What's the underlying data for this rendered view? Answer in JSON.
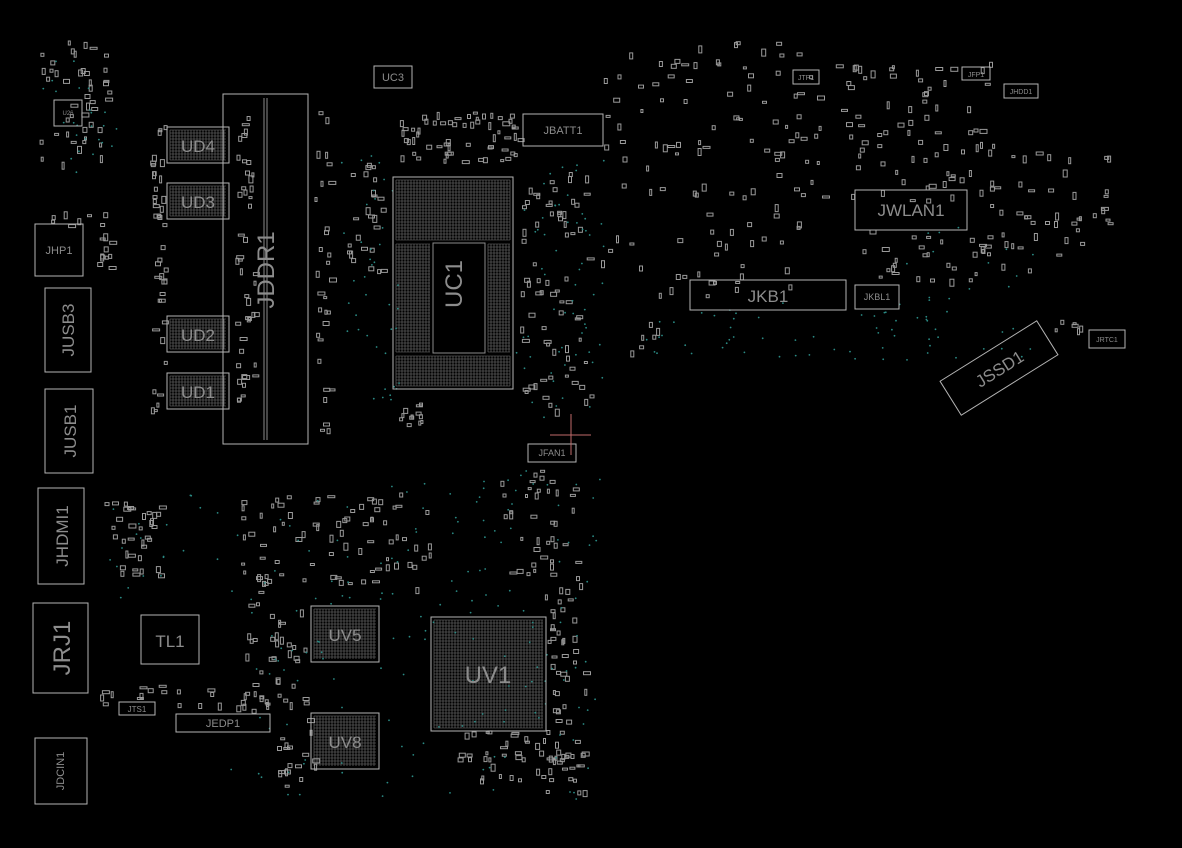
{
  "labels": {
    "jddr1": "JDDR1",
    "ud4": "UD4",
    "ud3": "UD3",
    "ud2": "UD2",
    "ud1": "UD1",
    "uc1": "UC1",
    "uc3": "UC3",
    "jbatt1": "JBATT1",
    "jfan1": "JFAN1",
    "jwlan1": "JWLAN1",
    "jkb1": "JKB1",
    "jkbl1": "JKBL1",
    "jssd1": "JSSD1",
    "jrtc1": "JRTC1",
    "jtp1": "JTP1",
    "jfp1": "JFP1",
    "jhdd1": "JHDD1",
    "jhp1": "JHP1",
    "jusb3": "JUSB3",
    "jusb1": "JUSB1",
    "jhdmi1": "JHDMI1",
    "jrj1": "JRJ1",
    "jdcin1": "JDCIN1",
    "tl1": "TL1",
    "uv5": "UV5",
    "uv8": "UV8",
    "uv1": "UV1",
    "jedp1": "JEDP1",
    "jts1": "JTS1",
    "u26": "U26"
  },
  "colors": {
    "background": "#000000",
    "outline": "#b4b4b4",
    "label": "#8c8c8c",
    "via": "#2a8a84",
    "cursor": "#c06a6a"
  }
}
